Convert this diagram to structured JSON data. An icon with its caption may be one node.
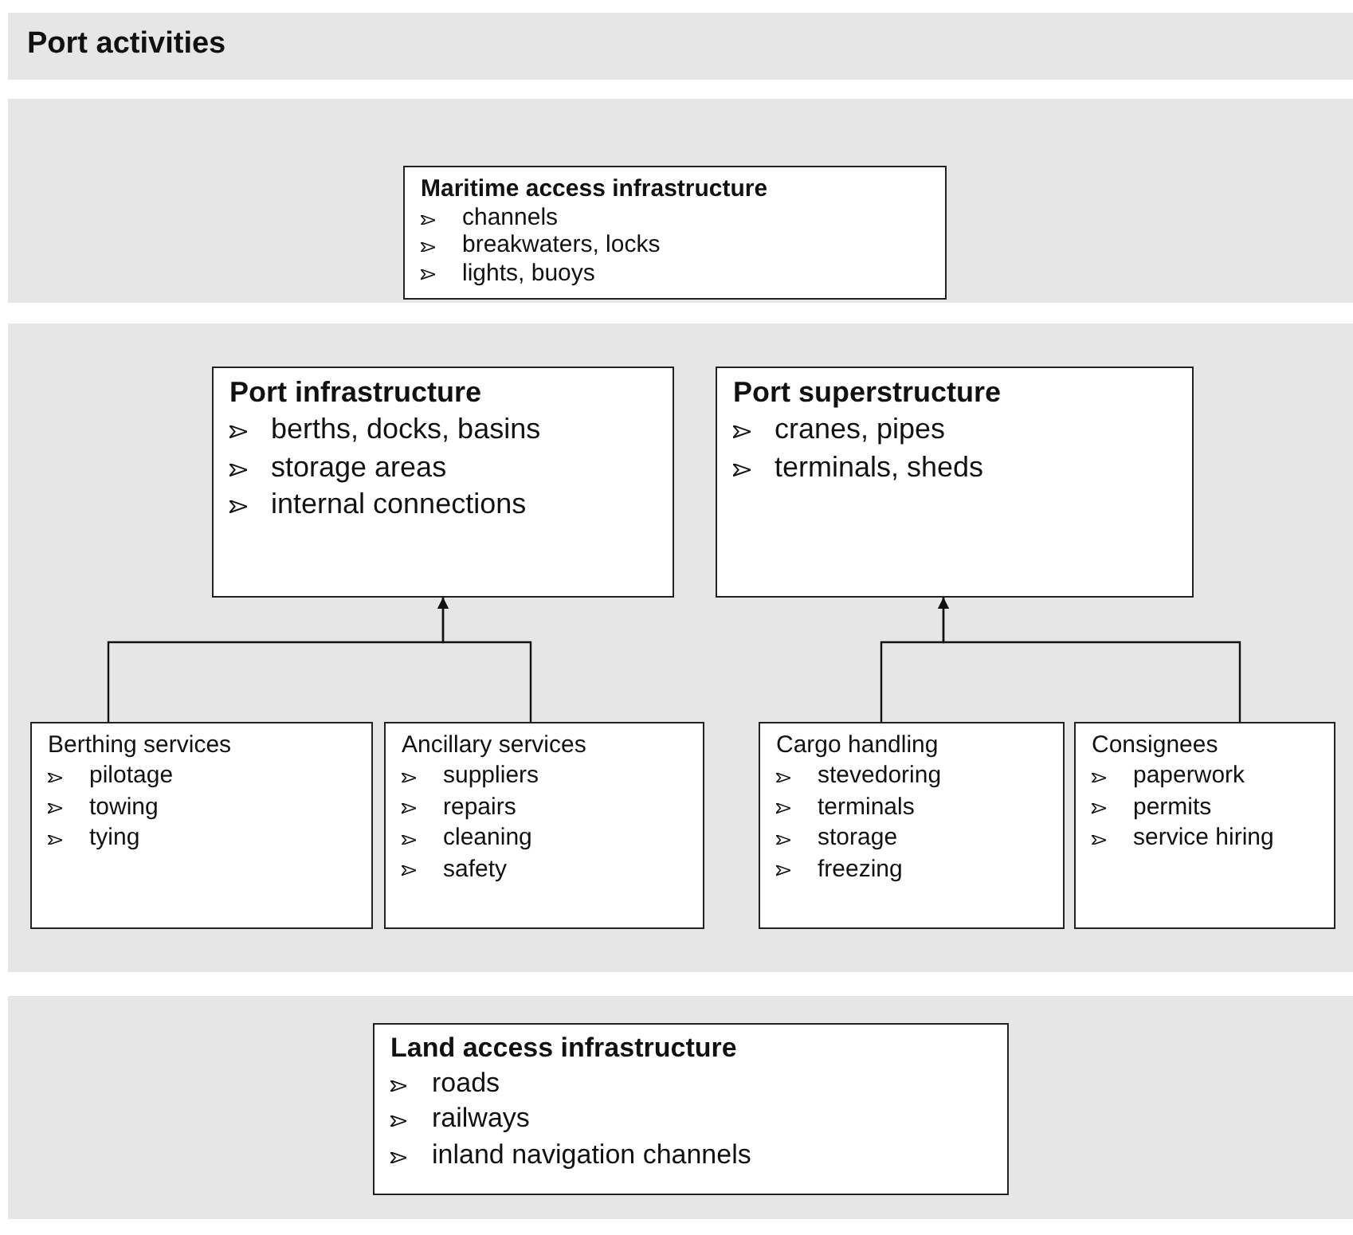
{
  "diagram": {
    "nodes": [
      {
        "text": [
          "Port activities"
        ]
      },
      {
        "text": [
          "Maritime access infrastructure",
          "channels",
          "breakwaters, locks",
          "lights, buoys"
        ]
      },
      {
        "text": [
          "Port infrastructure",
          "berths, docks, basins",
          "storage areas",
          "internal connections"
        ]
      },
      {
        "text": [
          "Port superstructure",
          "cranes, pipes",
          "terminals, sheds"
        ]
      },
      {
        "text": [
          "Berthing services",
          "pilotage",
          "towing",
          "tying"
        ]
      },
      {
        "text": [
          "Ancillary services",
          "suppliers",
          "repairs",
          "cleaning",
          "safety"
        ]
      },
      {
        "text": [
          "Cargo handling",
          "stevedoring",
          "terminals",
          "storage",
          "freezing"
        ]
      },
      {
        "text": [
          "Consignees",
          "paperwork",
          "permits",
          "service hiring"
        ]
      },
      {
        "text": [
          "Land access infrastructure",
          "roads",
          "railways",
          "inland navigation channels"
        ]
      }
    ],
    "edges": [
      {
        "from": 4,
        "to": 2,
        "arrow": "to"
      },
      {
        "from": 5,
        "to": 2,
        "arrow": "to"
      },
      {
        "from": 6,
        "to": 3,
        "arrow": "to"
      },
      {
        "from": 7,
        "to": 3,
        "arrow": "to"
      }
    ]
  }
}
